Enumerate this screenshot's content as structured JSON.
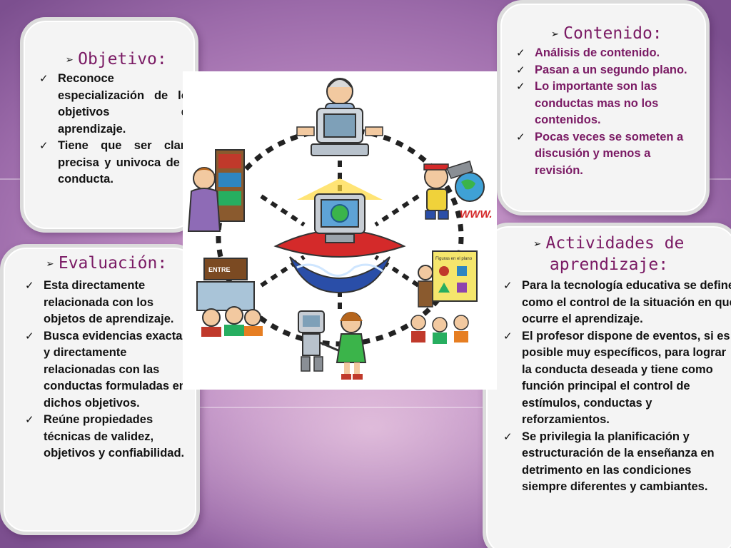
{
  "objetivo": {
    "title": "Objetivo:",
    "items": [
      "Reconoce la especialización de los objetivos de aprendizaje.",
      "Tiene que ser clara, precisa y univoca de la conducta."
    ]
  },
  "contenido": {
    "title": "Contenido:",
    "items": [
      "Análisis de contenido.",
      "Pasan a un segundo plano.",
      "Lo importante son las conductas mas no los contenidos.",
      "Pocas veces se someten a discusión y menos a revisión."
    ]
  },
  "evaluacion": {
    "title": "Evaluación:",
    "items": [
      "Esta directamente relacionada con los objetos de aprendizaje.",
      "Busca evidencias exactas y directamente relacionadas con las conductas formuladas en dichos objetivos.",
      "Reúne propiedades técnicas de validez, objetivos y confiabilidad."
    ]
  },
  "actividades": {
    "title": "Actividades de aprendizaje:",
    "items": [
      "Para la tecnología educativa se define como el control de la situación en que ocurre el aprendizaje.",
      "El profesor dispone de eventos, si es posible muy específicos, para lograr la conducta deseada y tiene como función principal el control de estímulos, conductas y reforzamientos.",
      "Se privilegia la planificación y estructuración de la enseñanza en detrimento en las condiciones siempre diferentes y cambiantes."
    ]
  },
  "illustration": {
    "www_label": "WWW.",
    "board_label": "Figuras en el plano",
    "book_label": "ENTRE"
  },
  "colors": {
    "heading": "#7a1a64",
    "purple_text": "#7a1a64",
    "card_bg": "#f4f4f4",
    "background": "#b887c0"
  }
}
